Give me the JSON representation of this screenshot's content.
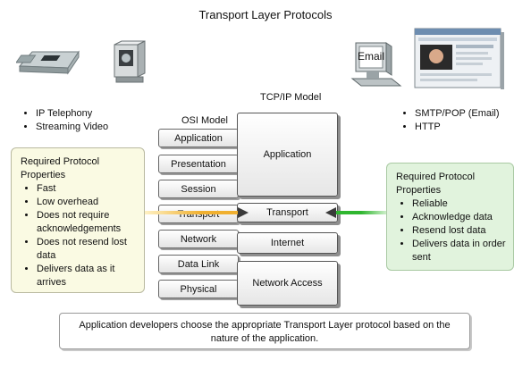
{
  "title": "Transport Layer Protocols",
  "left_apps": [
    "IP Telephony",
    "Streaming Video"
  ],
  "right_apps": [
    "SMTP/POP (Email)",
    "HTTP"
  ],
  "monitor_label": "Email",
  "osi": {
    "title": "OSI Model",
    "layers": [
      "Application",
      "Presentation",
      "Session",
      "Transport",
      "Network",
      "Data Link",
      "Physical"
    ]
  },
  "tcpip": {
    "title": "TCP/IP Model",
    "layers": [
      "Application",
      "Transport",
      "Internet",
      "Network Access"
    ]
  },
  "udp_panel": {
    "title": "Required Protocol Properties",
    "items": [
      "Fast",
      "Low overhead",
      "Does not require acknowledgements",
      "Does not resend lost data",
      "Delivers data as it arrives"
    ]
  },
  "tcp_panel": {
    "title": "Required Protocol Properties",
    "items": [
      "Reliable",
      "Acknowledge data",
      "Resend lost data",
      "Delivers data in order sent"
    ]
  },
  "footer": "Application developers choose the appropriate Transport Layer protocol based on the nature of the application.",
  "colors": {
    "udp_arrow": "#f0b030",
    "tcp_arrow": "#2fb62f",
    "udp_panel_bg": "#fafae3",
    "tcp_panel_bg": "#e1f3dd"
  },
  "icons": [
    "ip-phone-icon",
    "video-camera-icon",
    "computer-monitor-icon",
    "web-browser-icon"
  ]
}
